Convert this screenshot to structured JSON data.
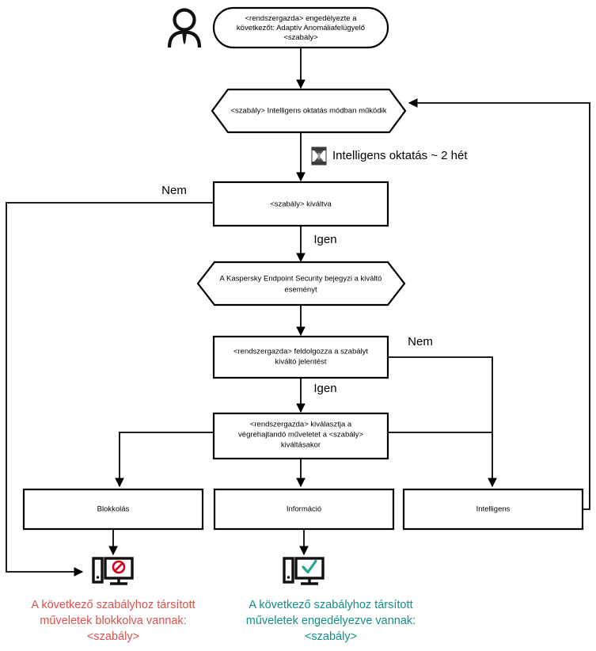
{
  "diagram": {
    "title": "Adaptív Anomáliafelügyelő szabály folyamatábra",
    "actor_icon": "person-icon",
    "timer_icon": "hourglass-icon",
    "colors": {
      "block": "#d9534f",
      "allow": "#119085",
      "line": "#000000",
      "shape_fill": "#ffffff"
    }
  },
  "nodes": {
    "start": {
      "shape": "rounded-rect",
      "lines": [
        "<rendszergazda> engedélyezte a",
        "következőt: Adaptív Anomáliafelügyelő",
        "<szabály>"
      ]
    },
    "smart_mode": {
      "shape": "hexagon",
      "lines": [
        "<szabály> Intelligens oktatás módban működik"
      ]
    },
    "training": {
      "shape": "label",
      "text": "Intelligens oktatás ~ 2 hét"
    },
    "rule_triggered": {
      "shape": "rect",
      "lines": [
        "<szabály> kiváltva"
      ]
    },
    "kes_logs": {
      "shape": "hexagon",
      "lines": [
        "A Kaspersky Endpoint Security bejegyzi a kiváltó",
        "eseményt"
      ]
    },
    "admin_processes": {
      "shape": "rect",
      "lines": [
        "<rendszergazda>  feldolgozza a szabályt",
        "kiváltó jelentést"
      ]
    },
    "admin_selects": {
      "shape": "rect",
      "lines": [
        "<rendszergazda> kiválasztja a",
        "végrehajtandó műveletet a <szabály>",
        "kiváltásakor"
      ]
    },
    "action_block": {
      "shape": "rect",
      "lines": [
        "Blokkolás"
      ]
    },
    "action_info": {
      "shape": "rect",
      "lines": [
        "Információ"
      ]
    },
    "action_smart": {
      "shape": "rect",
      "lines": [
        "Intelligens"
      ]
    }
  },
  "branch_labels": {
    "triggered_no": "Nem",
    "triggered_yes": "Igen",
    "processed_no": "Nem",
    "processed_yes": "Igen"
  },
  "outcomes": {
    "blocked": {
      "icon": "computer-blocked-icon",
      "lines": [
        "A következő szabályhoz társított",
        "műveletek blokkolva vannak:",
        "<szabály>"
      ]
    },
    "allowed": {
      "icon": "computer-allowed-icon",
      "lines": [
        "A következő szabályhoz társított",
        "műveletek engedélyezve vannak:",
        "<szabály>"
      ]
    }
  }
}
